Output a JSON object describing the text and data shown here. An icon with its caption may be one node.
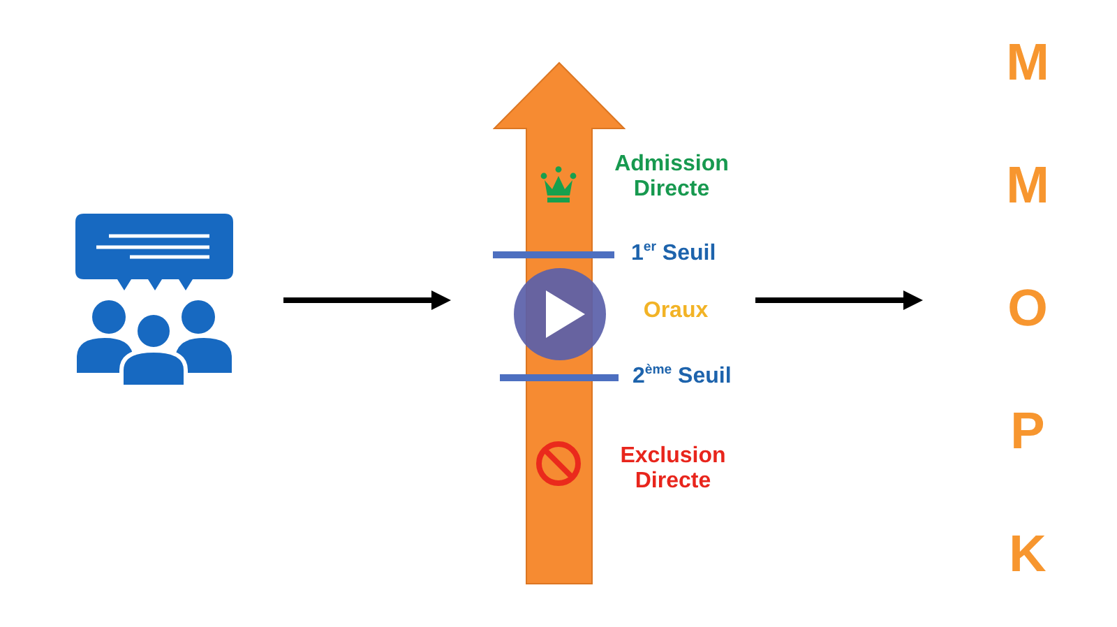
{
  "diagram": {
    "nodes": [
      {
        "text": [],
        "shape": "picture"
      },
      {
        "text": [],
        "shape": "arrow",
        "beside": [
          "Admission Directe",
          "1$^{er}$ Seuil",
          "Oraux",
          "2$^{ème}$ Seuil",
          "Exclusion Directe"
        ]
      },
      {
        "text": [
          "M M O P K"
        ]
      }
    ],
    "edges": [
      {
        "from": 0,
        "to": 1,
        "arrow": "to"
      },
      {
        "from": 1,
        "to": 2,
        "arrow": "to"
      }
    ]
  }
}
